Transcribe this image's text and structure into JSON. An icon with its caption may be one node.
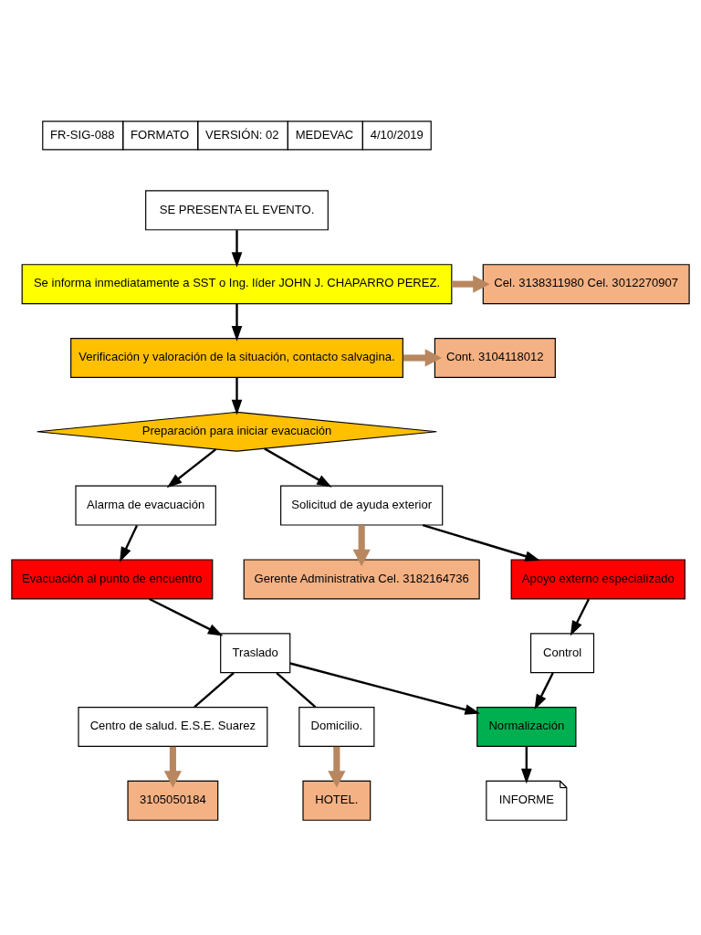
{
  "diagram": {
    "nodes": [
      {
        "text": [
          "SE PRESENTA EL EVENTO."
        ]
      },
      {
        "text": [
          "Se informa inmediatamente a SST o Ing. líder JOHN J. CHAPARRO PEREZ."
        ]
      },
      {
        "text": [
          "Cel. 3138311980 Cel. 3012270907"
        ]
      },
      {
        "text": [
          "Verificación y valoración de la situación, contacto salvagina."
        ]
      },
      {
        "text": [
          "Cont. 3104118012"
        ]
      },
      {
        "text": [
          "Preparación para iniciar evacuación"
        ]
      },
      {
        "text": [
          "Gerente Administrativa Cel. 3182164736"
        ]
      },
      {
        "text": [
          "Alarma de evacuación"
        ]
      },
      {
        "text": [
          "Solicitud de ayuda exterior"
        ]
      },
      {
        "text": [
          "Evacuación al punto de encuentro"
        ]
      },
      {
        "text": [
          "Apoyo externo especializado"
        ]
      },
      {
        "text": [
          "Traslado"
        ]
      },
      {
        "text": [
          "Control"
        ]
      },
      {
        "text": [
          "Centro de salud. E.S.E. Suarez"
        ]
      },
      {
        "text": [
          "Domicilio."
        ]
      },
      {
        "text": [
          "Normalización"
        ]
      },
      {
        "text": [
          "3105050184"
        ]
      },
      {
        "text": [
          "HOTEL."
        ]
      },
      {
        "text": [
          "INFORME"
        ]
      }
    ],
    "edges": [
      {
        "from": 0,
        "to": 1,
        "arrow": "to"
      },
      {
        "from": 1,
        "to": 2,
        "arrow": "to",
        "style": "thick",
        "color": "#b8875f"
      },
      {
        "from": 1,
        "to": 3,
        "arrow": "to"
      },
      {
        "from": 3,
        "to": 4,
        "arrow": "to",
        "style": "thick",
        "color": "#b8875f"
      },
      {
        "from": 3,
        "to": 5,
        "arrow": "to"
      },
      {
        "from": 5,
        "to": 7,
        "arrow": "to"
      },
      {
        "from": 5,
        "to": 8,
        "arrow": "to"
      },
      {
        "from": 8,
        "to": 6,
        "arrow": "to",
        "style": "thick",
        "color": "#b8875f"
      },
      {
        "from": 7,
        "to": 9,
        "arrow": "to"
      },
      {
        "from": 8,
        "to": 10,
        "arrow": "to"
      },
      {
        "from": 9,
        "to": 11,
        "arrow": "to"
      },
      {
        "from": 10,
        "to": 12,
        "arrow": "to"
      },
      {
        "from": 11,
        "to": 13,
        "arrow": "none"
      },
      {
        "from": 11,
        "to": 14,
        "arrow": "none"
      },
      {
        "from": 11,
        "to": 15,
        "arrow": "to"
      },
      {
        "from": 12,
        "to": 15,
        "arrow": "to"
      },
      {
        "from": 13,
        "to": 16,
        "arrow": "to",
        "style": "thick",
        "color": "#b8875f"
      },
      {
        "from": 14,
        "to": 17,
        "arrow": "to",
        "style": "thick",
        "color": "#b8875f"
      },
      {
        "from": 15,
        "to": 18,
        "arrow": "to"
      }
    ],
    "labels": [
      "FR-SIG-088",
      "FORMATO",
      "VERSIÓN: 02",
      "MEDEVAC",
      "4/10/2019"
    ]
  }
}
